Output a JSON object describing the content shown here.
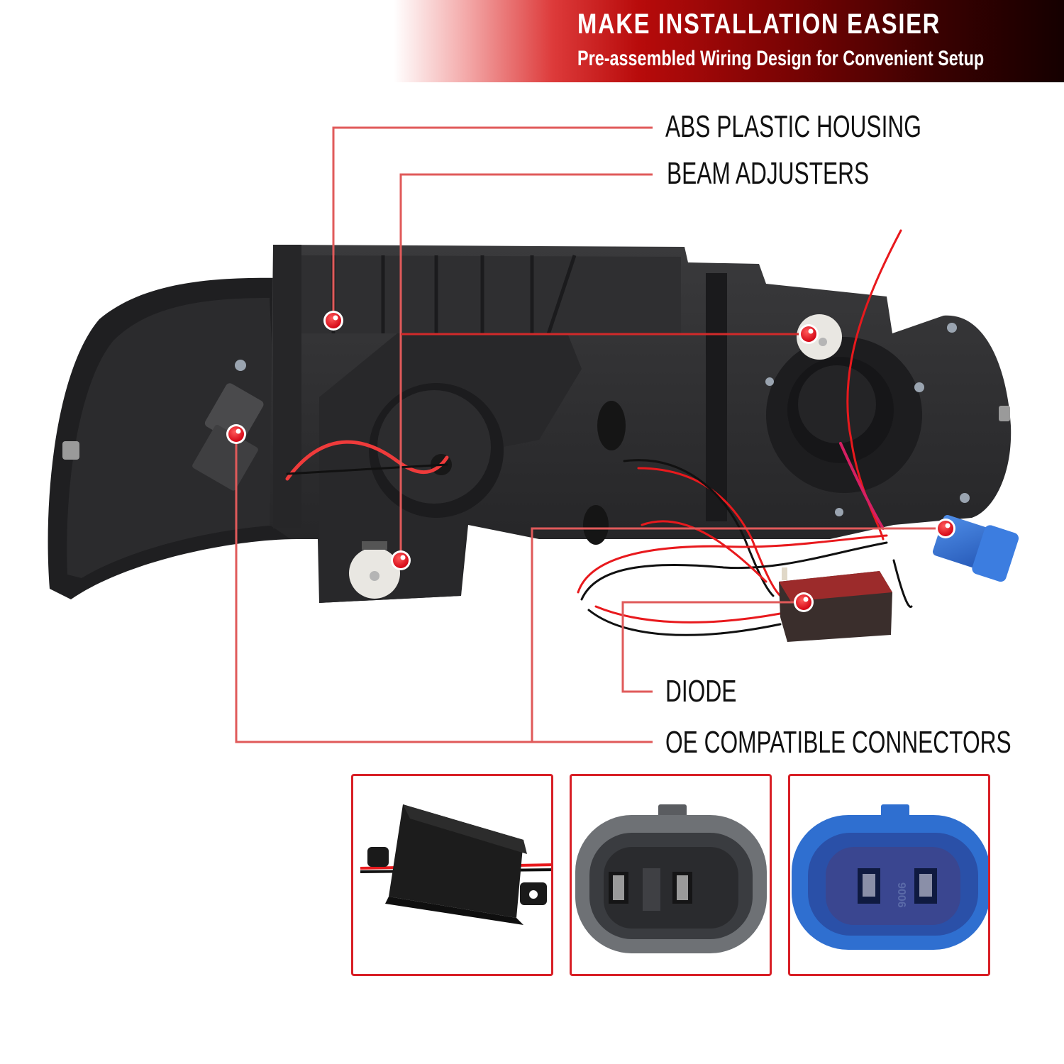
{
  "banner": {
    "title": "MAKE INSTALLATION EASIER",
    "subtitle": "Pre-assembled Wiring Design for Convenient Setup",
    "gradient_colors": [
      "#ffffff",
      "#dd3a3a",
      "#b80b0b",
      "#150000"
    ]
  },
  "callouts": [
    {
      "label": "ABS PLASTIC HOUSING",
      "target": "housing"
    },
    {
      "label": "BEAM ADJUSTERS",
      "target": "beam-adjuster-knobs"
    },
    {
      "label": "DIODE",
      "target": "diode-module"
    },
    {
      "label": "OE COMPATIBLE CONNECTORS",
      "target": "wire-connectors"
    }
  ],
  "product_image": {
    "subject": "headlight-assembly-rear-view",
    "marker_color": "#e30613",
    "leader_line_color": "#d62a2a"
  },
  "detail_thumbnails": [
    {
      "subject": "diode-module-closeup"
    },
    {
      "subject": "gray-oe-connector-closeup"
    },
    {
      "subject": "blue-connector-closeup",
      "embossed_text": "9006"
    }
  ],
  "colors": {
    "accent_red": "#d81f26",
    "connector_blue": "#2f6fd0",
    "housing_dark": "#2b2b2d"
  }
}
